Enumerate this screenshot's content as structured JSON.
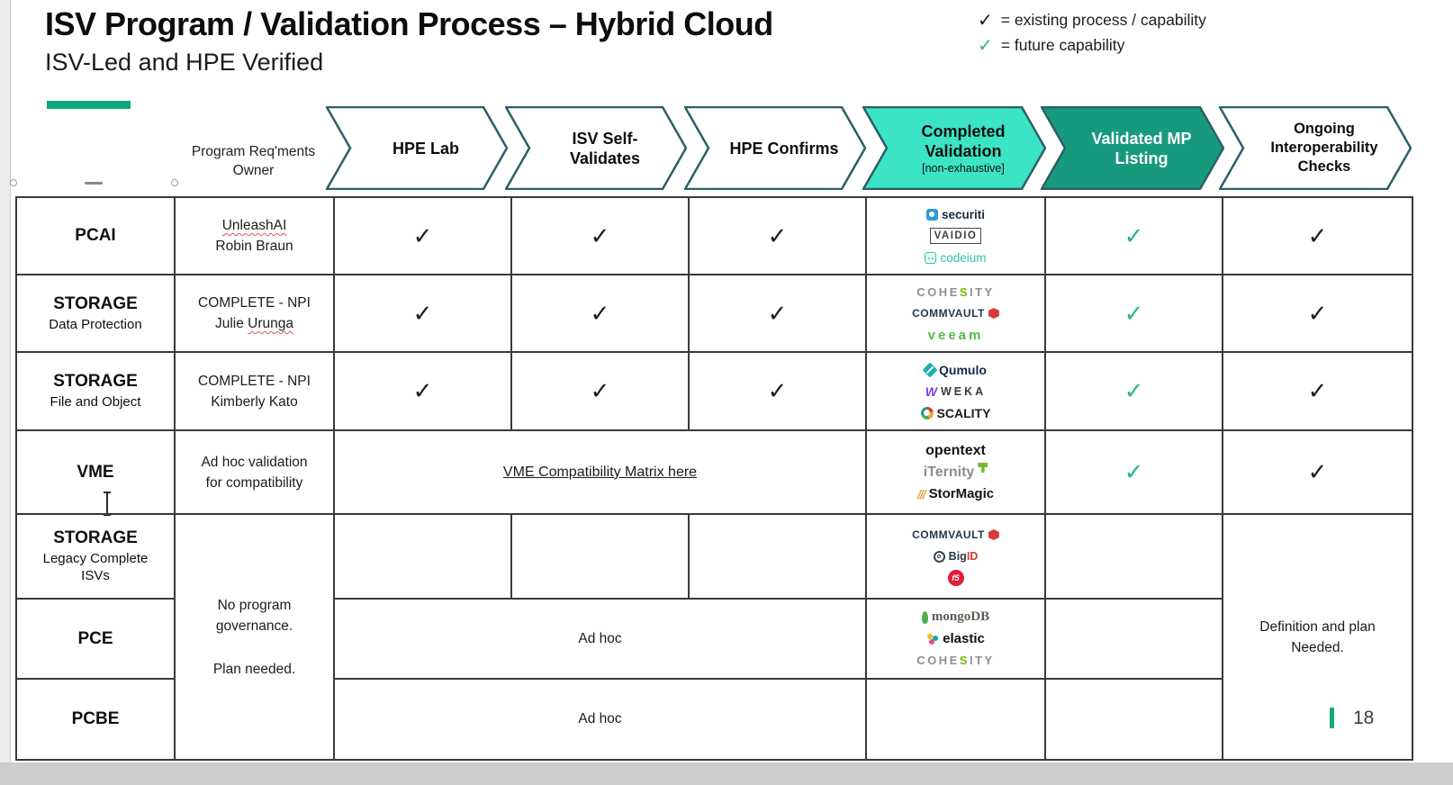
{
  "header": {
    "title": "ISV Program / Validation Process – Hybrid Cloud",
    "subtitle": "ISV-Led and HPE Verified",
    "legend": [
      {
        "glyph": "✓",
        "text": "= existing process / capability"
      },
      {
        "glyph": "✓",
        "text": "= future capability"
      }
    ]
  },
  "process": {
    "owner_header_line1": "Program Req'ments",
    "owner_header_line2": "Owner",
    "chevrons": [
      {
        "line1": "HPE Lab",
        "line2": "",
        "line3": ""
      },
      {
        "line1": "ISV Self-",
        "line2": "Validates",
        "line3": ""
      },
      {
        "line1": "HPE Confirms",
        "line2": "",
        "line3": ""
      },
      {
        "line1": "Completed",
        "line2": "Validation",
        "line3": "[non-exhaustive]"
      },
      {
        "line1": "Validated MP",
        "line2": "Listing",
        "line3": ""
      },
      {
        "line1": "Ongoing",
        "line2": "Interoperability",
        "line3": "Checks"
      }
    ]
  },
  "glyphs": {
    "check": "✓"
  },
  "rows": {
    "pcai": {
      "label": "PCAI",
      "owner1": "UnleashAI",
      "owner2": "Robin Braun"
    },
    "storage_dp": {
      "label": "STORAGE",
      "sublabel": "Data Protection",
      "owner1": "COMPLETE - NPI",
      "owner2_pre": "Julie ",
      "owner2_sq": "Urunga"
    },
    "storage_fo": {
      "label": "STORAGE",
      "sublabel": "File and Object",
      "owner1": "COMPLETE - NPI",
      "owner2": "Kimberly Kato"
    },
    "vme": {
      "label": "VME",
      "owner1": "Ad hoc validation",
      "owner2": "for compatibility",
      "link": "VME Compatibility Matrix here"
    },
    "storage_legacy": {
      "label": "STORAGE",
      "sublabel1": "Legacy Complete",
      "sublabel2": "ISVs"
    },
    "pce": {
      "label": "PCE",
      "adhoc": "Ad hoc"
    },
    "pcbe": {
      "label": "PCBE",
      "adhoc": "Ad hoc"
    },
    "shared_owner_line1": "No program",
    "shared_owner_line2": "governance.",
    "shared_owner_line3": "Plan needed.",
    "interop_note_line1": "Definition and plan",
    "interop_note_line2": "Needed."
  },
  "logos": {
    "securiti": "securiti",
    "vaidio": "VAIDIO",
    "codeium": "codeium",
    "cohesity_a": "COHE",
    "cohesity_b": "S",
    "cohesity_c": "ITY",
    "commvault": "COMMVAULT",
    "veeam": "veeam",
    "qumulo": "Qumulo",
    "weka": "WEKA",
    "weka_w": "W",
    "scality": "SCALITY",
    "opentext": "opentext",
    "iternity": "iTernity",
    "stormagic": "StorMagic",
    "stormagic_slashes": "///",
    "big": "Big",
    "id": "ID",
    "f5": "f5",
    "mongodb": "mongoDB",
    "elastic": "elastic"
  },
  "footer": {
    "page_number": "18"
  },
  "colors": {
    "hpe_green": "#0DA77E",
    "chevron_fill_light": "#3BE4C5",
    "chevron_fill_dark": "#17997E",
    "chevron_border": "#2C5F68",
    "check_future": "#2AB68C",
    "check_existing": "#1B1B1B"
  }
}
